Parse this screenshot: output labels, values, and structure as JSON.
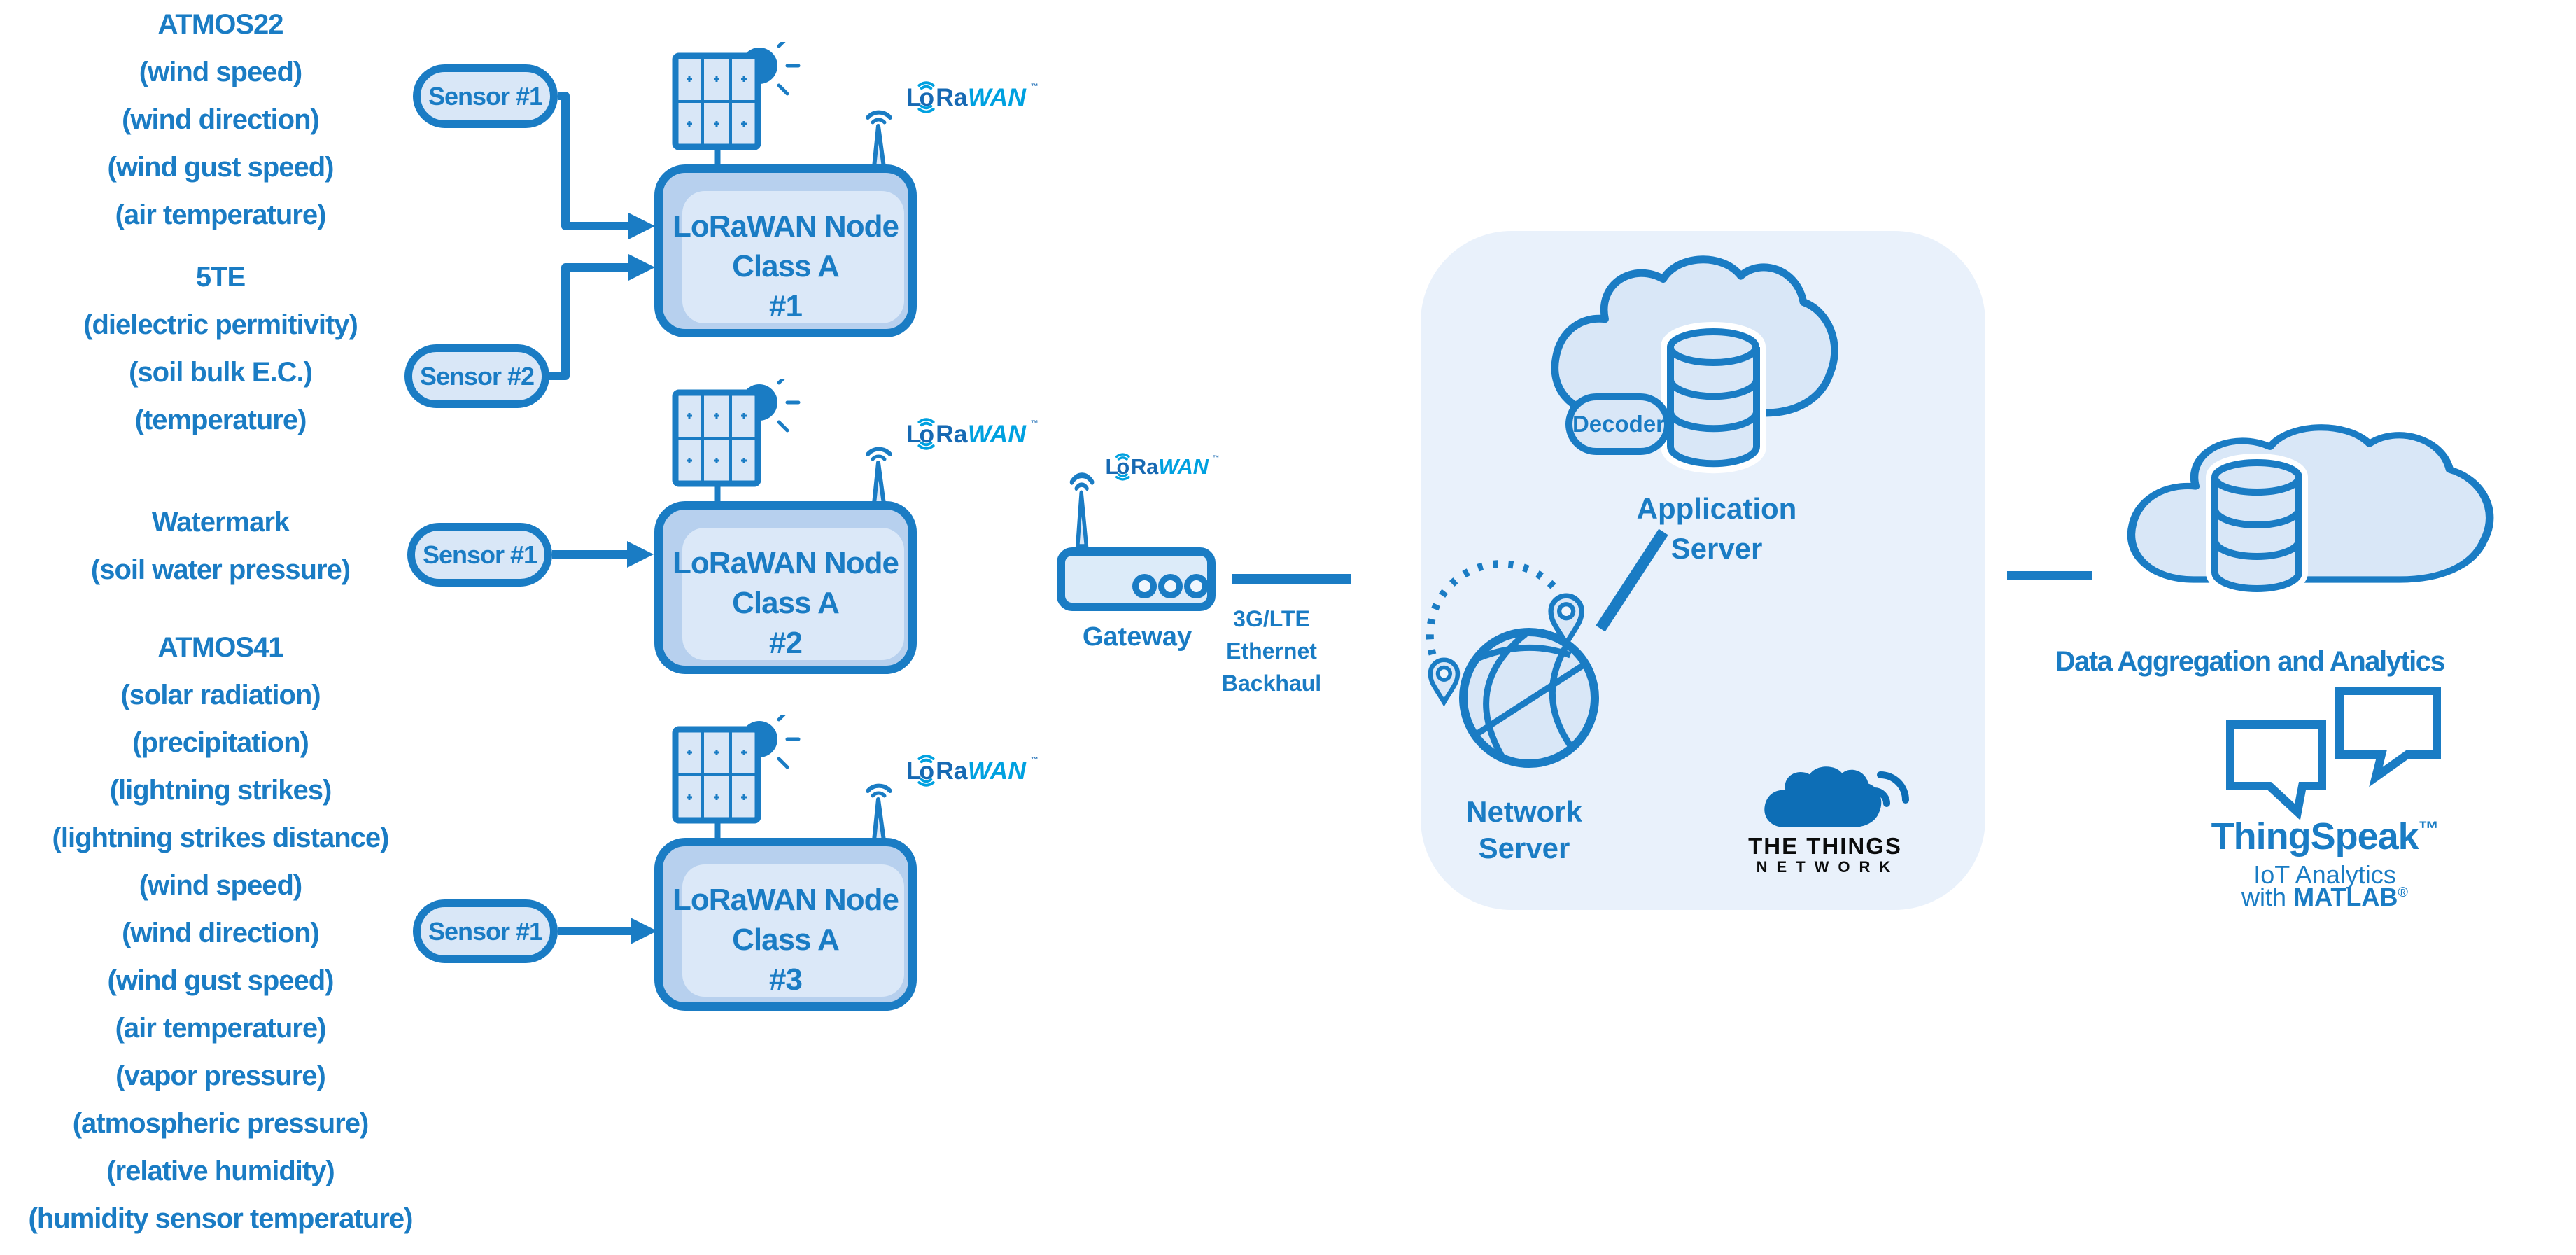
{
  "accent": "#1a7cc4",
  "left": {
    "g1": [
      "ATMOS22",
      "(wind speed)",
      "(wind direction)",
      "(wind gust speed)",
      "(air temperature)"
    ],
    "g2": [
      "5TE",
      "(dielectric permitivity)",
      "(soil bulk E.C.)",
      "(temperature)"
    ],
    "g3": [
      "Watermark",
      "(soil water pressure)"
    ],
    "g4": [
      "ATMOS41",
      "(solar radiation)",
      "(precipitation)",
      "(lightning strikes)",
      "(lightning strikes distance)",
      "(wind speed)",
      "(wind direction)",
      "(wind gust speed)",
      "(air temperature)",
      "(vapor pressure)",
      "(atmospheric pressure)",
      "(relative humidity)",
      "(humidity sensor temperature)"
    ]
  },
  "pills": {
    "s1": "Sensor #1",
    "s2": "Sensor #2"
  },
  "nodes": [
    {
      "l1": "LoRaWAN Node",
      "l2": "Class A",
      "num": "#1"
    },
    {
      "l1": "LoRaWAN Node",
      "l2": "Class A",
      "num": "#2"
    },
    {
      "l1": "LoRaWAN Node",
      "l2": "Class A",
      "num": "#3"
    }
  ],
  "logo": {
    "l": "L",
    "o": "o",
    "ra": "Ra",
    "wan": "WAN",
    "tm": "™"
  },
  "gateway": {
    "label": "Gateway",
    "backhaul": [
      "3G/LTE",
      "Ethernet",
      "Backhaul"
    ]
  },
  "network_server": {
    "l1": "Network",
    "l2": "Server"
  },
  "application_server": {
    "l1": "Application",
    "l2": "Server",
    "decoder": "Decoder"
  },
  "ttn": {
    "l1": "THE THINGS",
    "l2": "NETWORK"
  },
  "analytics": {
    "title": "Data Aggregation and Analytics",
    "brand": "ThingSpeak",
    "brand_tm": "™",
    "sub1": "IoT Analytics",
    "sub2_prefix": "with ",
    "sub2_brand": "MATLAB",
    "sub2_reg": "®"
  }
}
